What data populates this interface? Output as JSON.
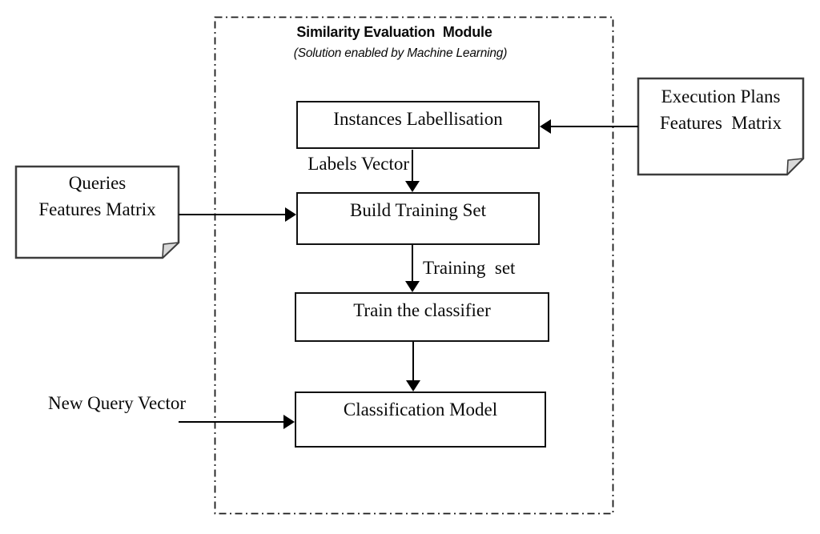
{
  "diagram": {
    "module": {
      "title": "Similarity Evaluation  Module",
      "subtitle": "(Solution enabled by Machine Learning)"
    },
    "process_boxes": {
      "instances_labellisation": "Instances Labellisation",
      "build_training_set": "Build Training Set",
      "train_classifier": "Train the classifier",
      "classification_model": "Classification Model"
    },
    "input_notes": {
      "queries": {
        "line1": "Queries",
        "line2": "Features Matrix"
      },
      "execution_plans": {
        "line1": "Execution Plans",
        "line2": "Features  Matrix"
      }
    },
    "edge_labels": {
      "labels_vector": "Labels Vector",
      "training_set": "Training  set",
      "new_query_vector": "New Query Vector"
    },
    "colors": {
      "line": "#000000",
      "box_border": "#111111",
      "note_border": "#3d3d3d",
      "note_fold_fill": "#d9d9d9",
      "background": "#ffffff"
    }
  }
}
